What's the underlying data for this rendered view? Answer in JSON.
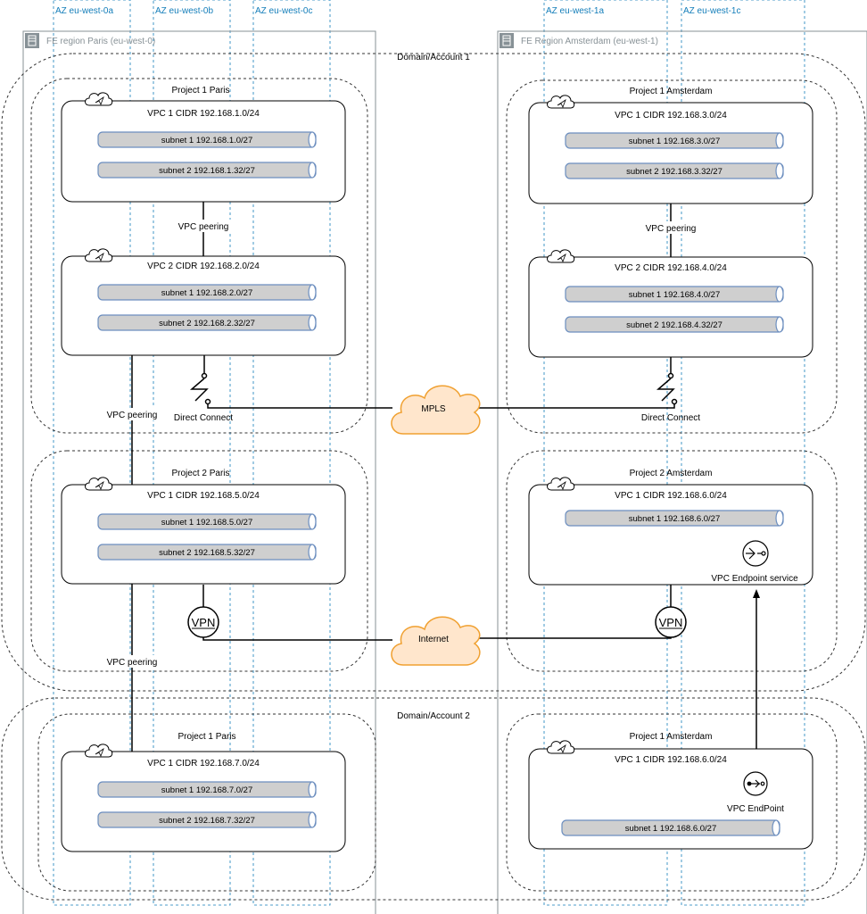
{
  "colors": {
    "az_blue": "#147eba",
    "region_grey": "#879196",
    "pipe_fill": "#cfcfcf",
    "pipe_stroke": "#6c8ebf",
    "cloud_fill": "#ffe6cc",
    "cloud_stroke": "#f0a030",
    "dashed": "#333333"
  },
  "availability_zones": [
    "AZ eu-west-0a",
    "AZ eu-west-0b",
    "AZ eu-west-0c",
    "AZ eu-west-1a",
    "AZ eu-west-1c"
  ],
  "regions": {
    "paris": "FE region Paris (eu-west-0)",
    "amsterdam": "FE Region Amsterdam (eu-west-1)"
  },
  "domains": {
    "account1": "Domain/Account 1",
    "account2": "Domain/Account 2"
  },
  "projects": {
    "a1_paris_p1": {
      "title": "Project 1 Paris",
      "vpc1": {
        "title": "VPC 1 CIDR 192.168.1.0/24",
        "subnets": [
          "subnet 1 192.168.1.0/27",
          "subnet 2 192.168.1.32/27"
        ]
      },
      "vpc2": {
        "title": "VPC 2 CIDR 192.168.2.0/24",
        "subnets": [
          "subnet 1 192.168.2.0/27",
          "subnet 2 192.168.2.32/27"
        ]
      }
    },
    "a1_ams_p1": {
      "title": "Project 1 Amsterdam",
      "vpc1": {
        "title": "VPC 1 CIDR 192.168.3.0/24",
        "subnets": [
          "subnet 1 192.168.3.0/27",
          "subnet 2 192.168.3.32/27"
        ]
      },
      "vpc2": {
        "title": "VPC 2 CIDR 192.168.4.0/24",
        "subnets": [
          "subnet 1 192.168.4.0/27",
          "subnet 2 192.168.4.32/27"
        ]
      }
    },
    "a1_paris_p2": {
      "title": "Project 2 Paris",
      "vpc1": {
        "title": "VPC 1 CIDR 192.168.5.0/24",
        "subnets": [
          "subnet 1 192.168.5.0/27",
          "subnet 2 192.168.5.32/27"
        ]
      }
    },
    "a1_ams_p2": {
      "title": "Project 2 Amsterdam",
      "vpc1": {
        "title": "VPC 1 CIDR 192.168.6.0/24",
        "subnets": [
          "subnet 1 192.168.6.0/27"
        ]
      }
    },
    "a2_paris_p1": {
      "title": "Project 1 Paris",
      "vpc1": {
        "title": "VPC 1 CIDR 192.168.7.0/24",
        "subnets": [
          "subnet 1 192.168.7.0/27",
          "subnet 2 192.168.7.32/27"
        ]
      }
    },
    "a2_ams_p1": {
      "title": "Project 1 Amsterdam",
      "vpc1": {
        "title": "VPC 1 CIDR 192.168.6.0/24",
        "subnets": [
          "subnet 1 192.168.6.0/27"
        ]
      }
    }
  },
  "links": {
    "vpc_peering": "VPC peering",
    "direct_connect": "Direct Connect",
    "mpls": "MPLS",
    "internet": "Internet",
    "vpn": "VPN",
    "endpoint_service": "VPC Endpoint service",
    "endpoint": "VPC EndPoint"
  }
}
